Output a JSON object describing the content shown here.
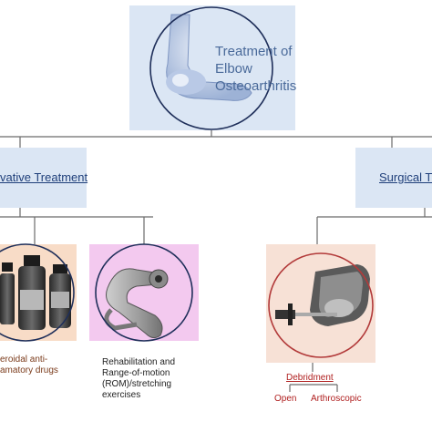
{
  "title": "Treatment of\nElbow\nOsteoarthritis",
  "branches": {
    "conservative": "vative Treatment",
    "surgical": "Surgical Tre"
  },
  "items": {
    "drugs": "eroidal anti-\namatory drugs",
    "rehab": "Rehabilitation and\nRange-of-motion\n(ROM)/stretching\nexercises"
  },
  "debridement": {
    "label": "Debridment",
    "open": "Open",
    "arthroscopic": "Arthroscopic"
  },
  "colors": {
    "top_box": "#dbe6f4",
    "branch_box": "#dbe6f4",
    "drugs_box": "#f8dcc7",
    "rehab_box": "#f3c9ef",
    "surgery_box": "#f7e1d6",
    "circle_stroke": "#1f2f5a",
    "surgery_circle": "#b23a3a",
    "line": "#6b6b6b"
  }
}
